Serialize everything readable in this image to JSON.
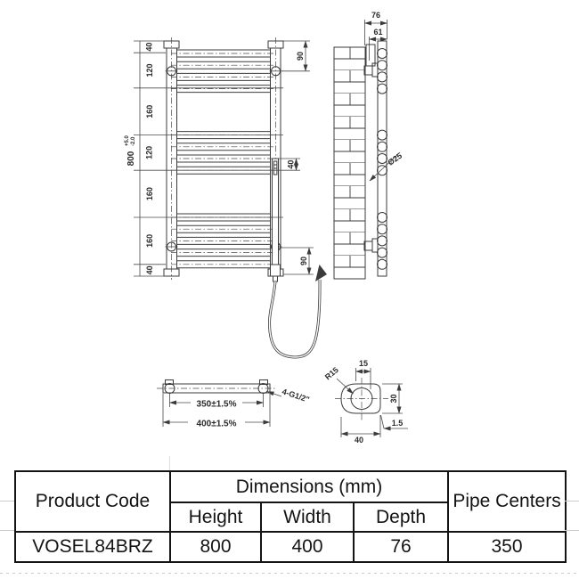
{
  "drawing": {
    "front": {
      "overall": "800",
      "tol_plus": "+5.0",
      "tol_minus": "-2.0",
      "segs": [
        "40",
        "120",
        "160",
        "120",
        "160",
        "160",
        "40"
      ],
      "top_offset": "90",
      "element_offset": "40",
      "bottom_offset": "90"
    },
    "side": {
      "total_depth": "76",
      "bracket_depth": "61",
      "tube_diameter": "Ø25"
    },
    "bottom": {
      "pipe_centers": "350±1.5%",
      "overall_width": "400±1.5%",
      "connections": "4-G1/2\""
    },
    "detail": {
      "radius": "R15",
      "center_offset": "15",
      "tube_height": "30",
      "tube_width": "40",
      "wall_thickness": "1.5"
    }
  },
  "table": {
    "header": {
      "product_code": "Product Code",
      "dimensions_group": "Dimensions (mm)",
      "pipe_centers": "Pipe Centers",
      "height": "Height",
      "width": "Width",
      "depth": "Depth"
    },
    "rows": [
      {
        "product_code": "VOSEL84BRZ",
        "height": "800",
        "width": "400",
        "depth": "76",
        "pipe_centers": "350"
      }
    ]
  }
}
